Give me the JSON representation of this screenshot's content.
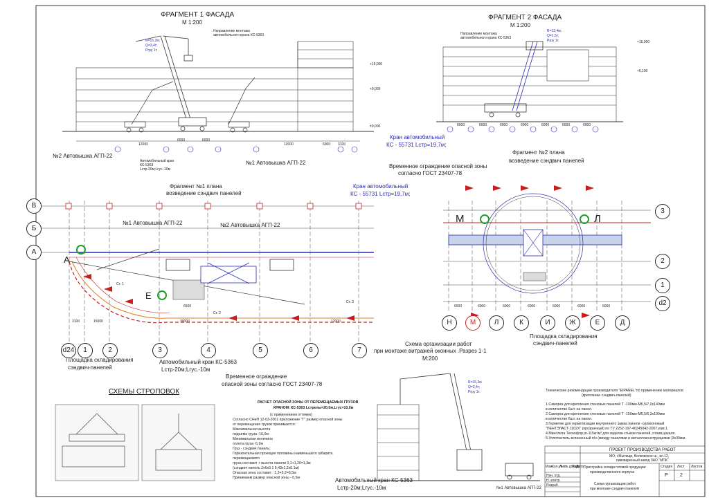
{
  "facade1": {
    "title": "ФРАГМЕНТ 1 ФАСАДА",
    "scale": "М 1:200",
    "direction": "Направление монтажа автомобильного крана КС-5363",
    "crane_params": [
      "R=15,2м;",
      "Q=3,4т;",
      "Pгру 1т."
    ],
    "crane_note": "Автомобильный кран КС-5363 Lстр-20м;Lгус.-10м",
    "lift2": "№2 Автовышка АГП-22",
    "lift1": "№1 Автовышка АГП-22",
    "levels": [
      "+15,000",
      "+9,000",
      "±0,000"
    ],
    "dims": [
      "12000",
      "6000",
      "6000",
      "12000",
      "6000",
      "3100"
    ]
  },
  "facade2": {
    "title": "ФРАГМЕНТ 2 ФАСАДА",
    "scale": "М 1:200",
    "direction": "Направление монтажа автомобильного крана КС-5363",
    "crane_params": [
      "R=13,4м;",
      "Q=1,5т;",
      "Pгру 1т."
    ],
    "crane_label": "Кран автомобильный",
    "crane_model": "КС - 55731 Lстр=19,7м;",
    "levels": [
      "+15,000",
      "+6,100"
    ],
    "dims": [
      "6000",
      "6000",
      "6000",
      "6000",
      "6000",
      "6000",
      "6000"
    ]
  },
  "plan1": {
    "title": "Фрагмент №1 плана",
    "subtitle": "возведение  сэндвич панелей",
    "lift1": "№1 Автовышка АГП-22",
    "lift2": "№2 Автовышка АГП-22",
    "crane": "Автомобильный  кран КС-5363",
    "crane2": "Lстр-20м;Lгус.-10м",
    "storage": "Площадка складирования",
    "storage2": "сэндвич-панелей",
    "fence": "Временное ограждение",
    "fence2": "опасной зоны согласно ГОСТ 23407-78",
    "rows": [
      "В",
      "Б",
      "А"
    ],
    "cols": [
      "d24",
      "1",
      "2",
      "3",
      "4",
      "5",
      "6",
      "7"
    ],
    "marks": [
      "А",
      "Е",
      "Ст. 1",
      "Ст. 2",
      "Ст. 3"
    ],
    "dims": [
      "3100",
      "15000",
      "30000",
      "6500",
      "12000"
    ]
  },
  "plan2": {
    "title": "Фрагмент №2 плана",
    "subtitle": "возведение  сэндвич панелей",
    "fence": "Временное ограждение опасной зоны",
    "fence2": "согласно ГОСТ 23407-78",
    "crane": "Кран автомобильный",
    "crane_model": "КС - 55731 Lстр=19,7м;",
    "storage": "Площадка складирования",
    "storage2": "сэндвич-панелей",
    "rows": [
      "3",
      "2",
      "1",
      "d2"
    ],
    "cols": [
      "Н",
      "М",
      "Л",
      "К",
      "И",
      "Ж",
      "Е",
      "Д"
    ],
    "marks": [
      "М",
      "Л"
    ],
    "dims": [
      "6000",
      "6000",
      "6000",
      "6000",
      "6000",
      "6000",
      "6000"
    ]
  },
  "section": {
    "title": "Схема организации работ",
    "title2": "при монтаже витражей оконных .Разрез 1-1",
    "scale": "М:200",
    "crane": "Автомобильный  кран КС-5363",
    "crane2": "Lстр-20м;Lгус.-10м",
    "lift": "№1 Автовышка АГП-22",
    "params": [
      "R=15,2м",
      "Q=3,4т;",
      "Pгру 1т."
    ]
  },
  "slinging": {
    "title": "СХЕМЫ СТРОПОВОК"
  },
  "calc": {
    "title": "РАСЧЕТ ОПАСНОЙ  ЗОНЫ ОТ ПЕРЕМЕЩАЕМЫХ ГРУЗОВ",
    "subtitle": "КРАНОМ:  КС-5363 Lстрелы=20,0м,Lгус=10,0м",
    "lines": [
      "(с применением оттяжек)",
      "Согласно СНиП 12-03-2001 приложение \"Г\" размер опасной зоны",
      "от перемещения грузов принимается:",
      "Максимальная высота",
      "подъема груза                              -16,0м",
      "Минимальная величина",
      "отлета груза                               -5,2м",
      "Груз          - сэндвич панель;",
      "Горизонтальная проекция половины наименьшего габарита",
      "перемещаемого",
      "груза составит  + высота панели 0,1+1,20=1,3м",
      "(сэндвич панель  2x6x0.1 6,43x1,2x0.1м)",
      "Опасная зона составит : 1,3+5,2=6,5м",
      "Принимаем размер опасной зоны       - 6,5м"
    ]
  },
  "notes": {
    "title": "Технические рекомендации производителя  \"EIPANEL\"по применению материалов",
    "subtitle": "(крепление сэндвич-панелей)",
    "lines": [
      "1.Саморез для крепления стеновых панелей Т -100мм-М5,5/7,0x140мм",
      "   в количестве 6шт. на панел.",
      "2.Саморез для крепления стеновых панелей Т -150мм-М5,5/6,3x190мм",
      "   в количестве 6шт. на панел.",
      "3.Герметик для герметизации внутреннего замка панели -силиконовый",
      "  \"ПЕНТЭЛАСТ-1102Х\" (прозрачный) по ТУ 2252-197-40245042-2007,изм.1.",
      "4.Минплита Технофлр pr-115кг/м³ для заделки стыков панелей ,отлив,цокаля.",
      "5.Уплотнитель вспененный п/э (между панелями и металлоконструкциями )3x30мм."
    ]
  },
  "titleblock": {
    "project": "ПРОЕКТ ПРОИЗВОДСТВА РАБОТ",
    "address": "МО, г.Мытищи, Волковское ш., вл.12,",
    "address2": "пивоваренный завод ЗАО \"МПК\"",
    "object": "Пристройка склада готовой продукции",
    "object2": "производственного корпуса",
    "sheet_title": "Схема организации работ",
    "sheet_title2": "при монтаже сэндвич панелей",
    "stage_h": "Стадия",
    "sheet_h": "Лист",
    "sheets_h": "Листов",
    "stage": "Р",
    "sheet": "2",
    "cols": [
      "Изм.",
      "Кол.уч",
      "Лист",
      "№ докум.",
      "Подп.",
      "Дата"
    ],
    "roles": [
      "Нач. отд.",
      "Н. контр.",
      "Разраб."
    ]
  },
  "colors": {
    "red": "#c81e1e",
    "blue": "#2a2ab0",
    "green": "#1e9c2e",
    "orange": "#e07a1a",
    "grey": "#8a8a8a"
  }
}
